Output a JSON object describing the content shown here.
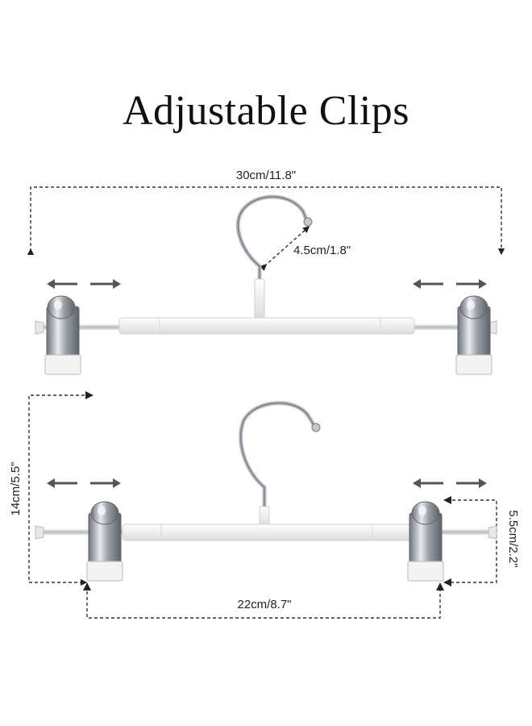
{
  "title": "Adjustable Clips",
  "dimensions": {
    "top_width": "30cm/11.8\"",
    "hook_size": "4.5cm/1.8\"",
    "height": "14cm/5.5\"",
    "clip_height": "5.5cm/2.2\"",
    "bottom_width": "22cm/8.7\""
  },
  "colors": {
    "dash": "#333333",
    "arrow": "#555555",
    "bar": "#f2f2f2",
    "chrome": "#9aa0a8"
  },
  "icons": [
    "arrow-left-icon",
    "arrow-right-icon"
  ]
}
